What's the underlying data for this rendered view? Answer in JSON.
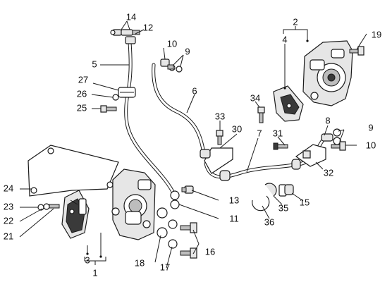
{
  "callouts": [
    "1",
    "2",
    "3",
    "4",
    "5",
    "6",
    "7",
    "8",
    "9",
    "9",
    "10",
    "10",
    "11",
    "12",
    "13",
    "14",
    "15",
    "16",
    "17",
    "18",
    "19",
    "21",
    "22",
    "23",
    "24",
    "25",
    "26",
    "27",
    "30",
    "31",
    "32",
    "33",
    "34",
    "35",
    "36"
  ]
}
